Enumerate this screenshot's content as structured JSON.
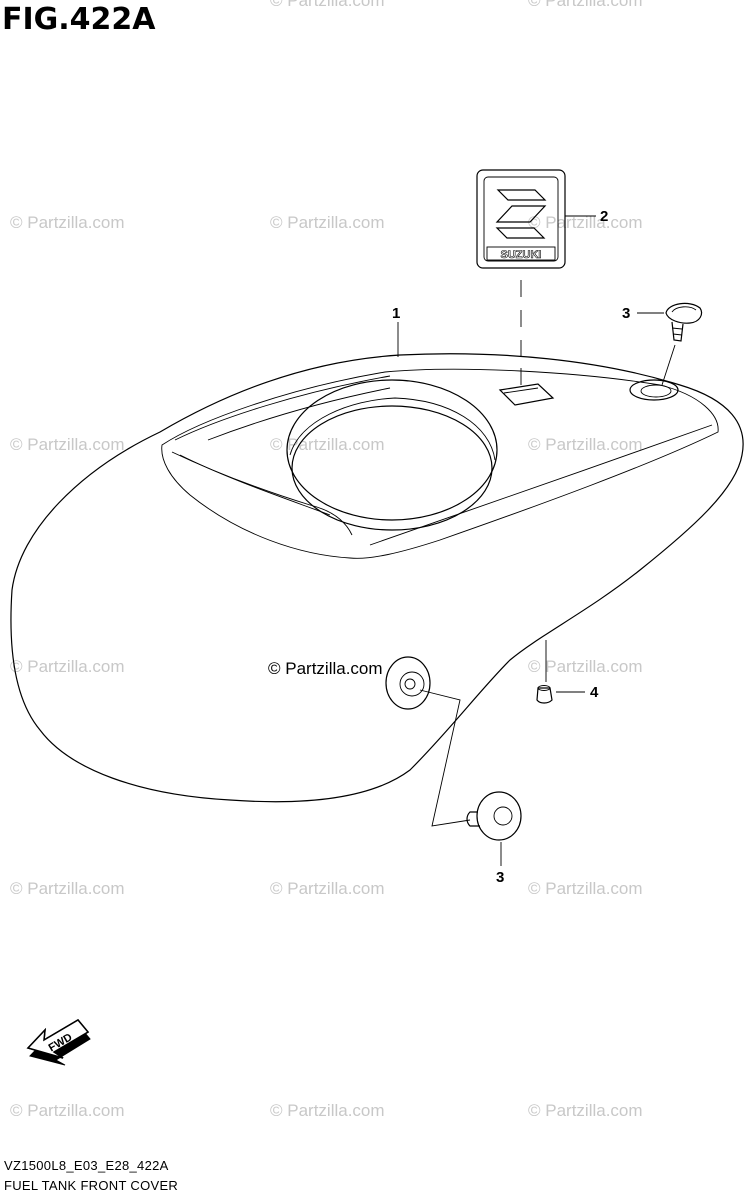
{
  "figure": {
    "title": "FIG.422A",
    "code": "VZ1500L8_E03_E28_422A",
    "name": "FUEL TANK FRONT COVER"
  },
  "emblem": {
    "brand": "SUZUKI"
  },
  "direction_arrow": {
    "label": "FWD"
  },
  "callouts": [
    {
      "number": "1",
      "part": "front-cover"
    },
    {
      "number": "2",
      "part": "emblem"
    },
    {
      "number": "3",
      "part": "screw-upper"
    },
    {
      "number": "4",
      "part": "cushion"
    },
    {
      "number": "3",
      "part": "screw-lower"
    }
  ],
  "watermark": {
    "text": "© Partzilla.com",
    "color": "#c8c8c8"
  }
}
